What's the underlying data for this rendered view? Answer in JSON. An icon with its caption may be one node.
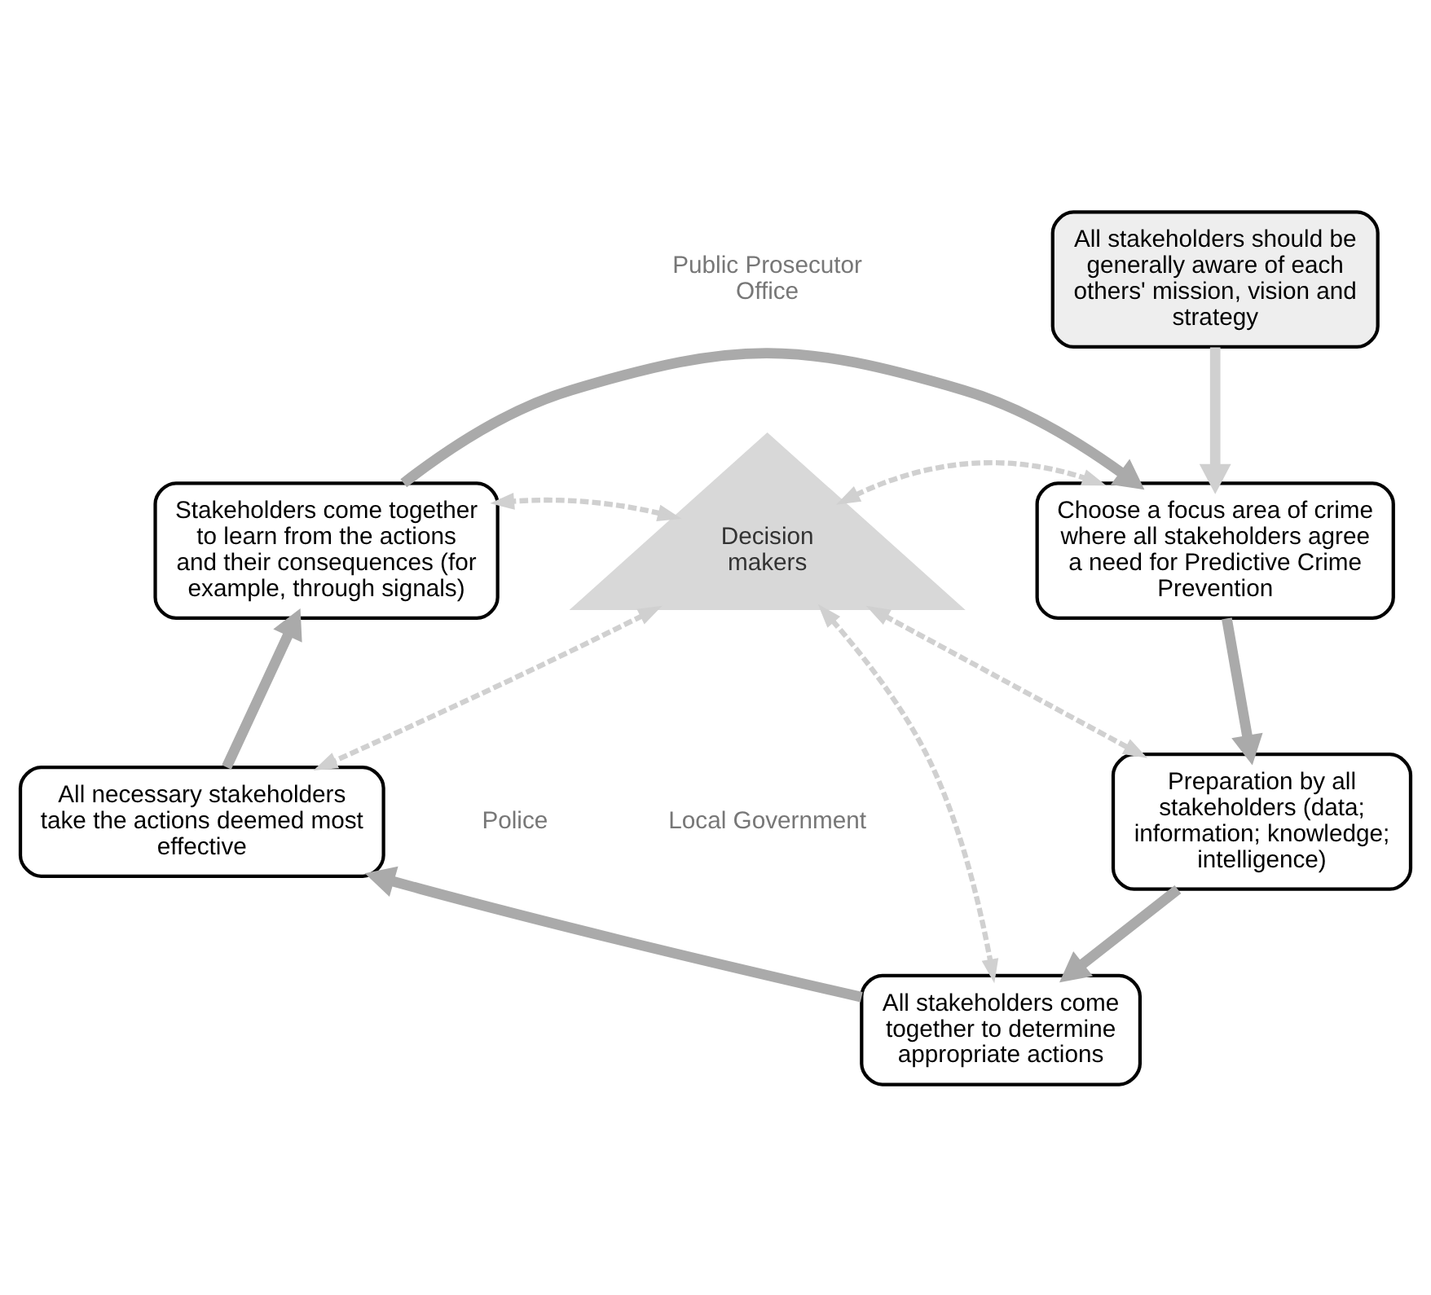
{
  "diagram": {
    "nodes": [
      {
        "text": [
          "All stakeholders should be generally aware of each others' mission, vision and strategy"
        ]
      },
      {
        "text": [
          "Choose a focus area of crime where all stakeholders agree a need for Predictive Crime Prevention"
        ]
      },
      {
        "text": [
          "Preparation by all stakeholders (data; information; knowledge; intelligence)"
        ]
      },
      {
        "text": [
          "All stakeholders come together to determine appropriate actions"
        ]
      },
      {
        "text": [
          "All necessary stakeholders take the actions deemed most effective"
        ]
      },
      {
        "text": [
          "Stakeholders come together to learn from the actions and their consequences (for example, through signals)"
        ]
      },
      {
        "text": [
          "Decision makers"
        ]
      }
    ],
    "labels": [
      "Public Prosecutor Office",
      "Police",
      "Local Government"
    ],
    "edges": [
      {
        "from": 0,
        "to": 1,
        "arrow": "to",
        "color": "#d0d0d0"
      },
      {
        "from": 5,
        "to": 1,
        "arrow": "to"
      },
      {
        "from": 1,
        "to": 2,
        "arrow": "to"
      },
      {
        "from": 2,
        "to": 3,
        "arrow": "to"
      },
      {
        "from": 3,
        "to": 4,
        "arrow": "to"
      },
      {
        "from": 4,
        "to": 5,
        "arrow": "to"
      },
      {
        "from": 6,
        "to": 5,
        "arrow": "both",
        "style": "dashed",
        "color": "#d0d0d0"
      },
      {
        "from": 6,
        "to": 1,
        "arrow": "both",
        "style": "dashed",
        "color": "#d0d0d0"
      },
      {
        "from": 6,
        "to": 4,
        "arrow": "both",
        "style": "dashed",
        "color": "#d0d0d0"
      },
      {
        "from": 6,
        "to": 2,
        "arrow": "both",
        "style": "dashed",
        "color": "#d0d0d0"
      },
      {
        "from": 6,
        "to": 3,
        "arrow": "both",
        "style": "dashed",
        "color": "#d0d0d0"
      }
    ]
  }
}
